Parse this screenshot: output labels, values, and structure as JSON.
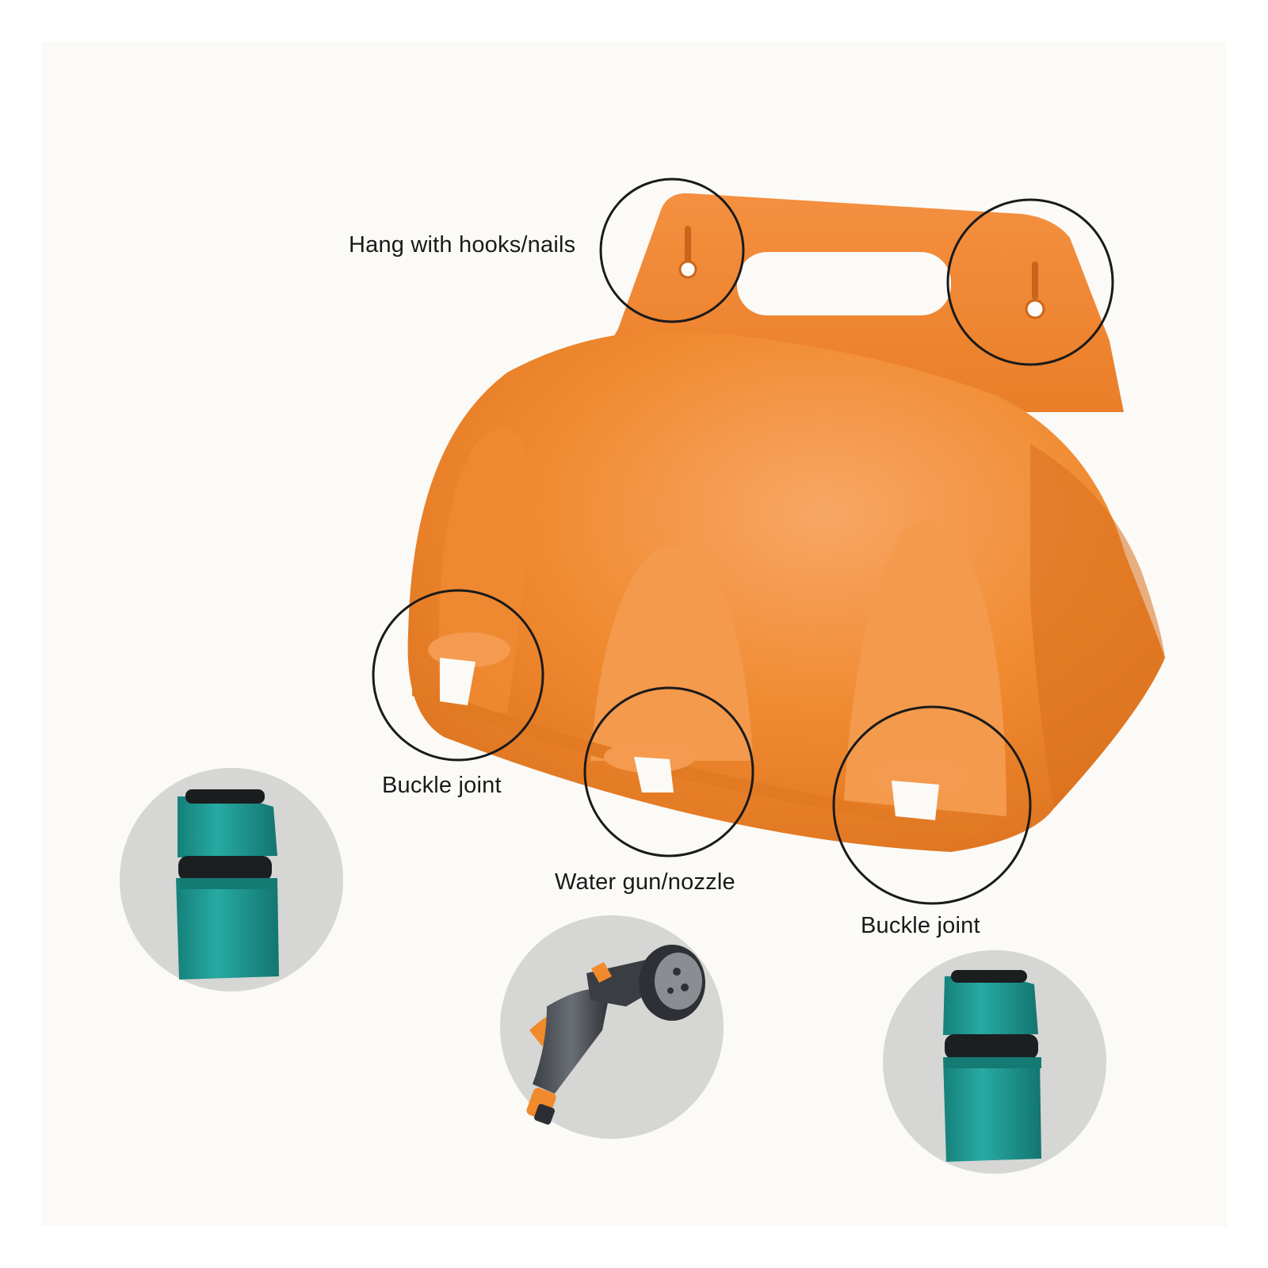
{
  "labels": {
    "hang": "Hang with hooks/nails",
    "buckle_left": "Buckle joint",
    "nozzle": "Water gun/nozzle",
    "buckle_right": "Buckle joint"
  },
  "colors": {
    "background": "#fbfaf7",
    "rack_orange": "#f08a30",
    "rack_highlight": "#f6a35c",
    "rack_shadow": "#d9701c",
    "connector_teal": "#1f9a93",
    "thumbnail_gray": "#d7d7d5",
    "callout_ring": "#1a1a1a"
  },
  "icons": {
    "rack": "hose-holder-icon",
    "connector": "quick-connector-icon",
    "nozzle": "spray-nozzle-icon"
  }
}
